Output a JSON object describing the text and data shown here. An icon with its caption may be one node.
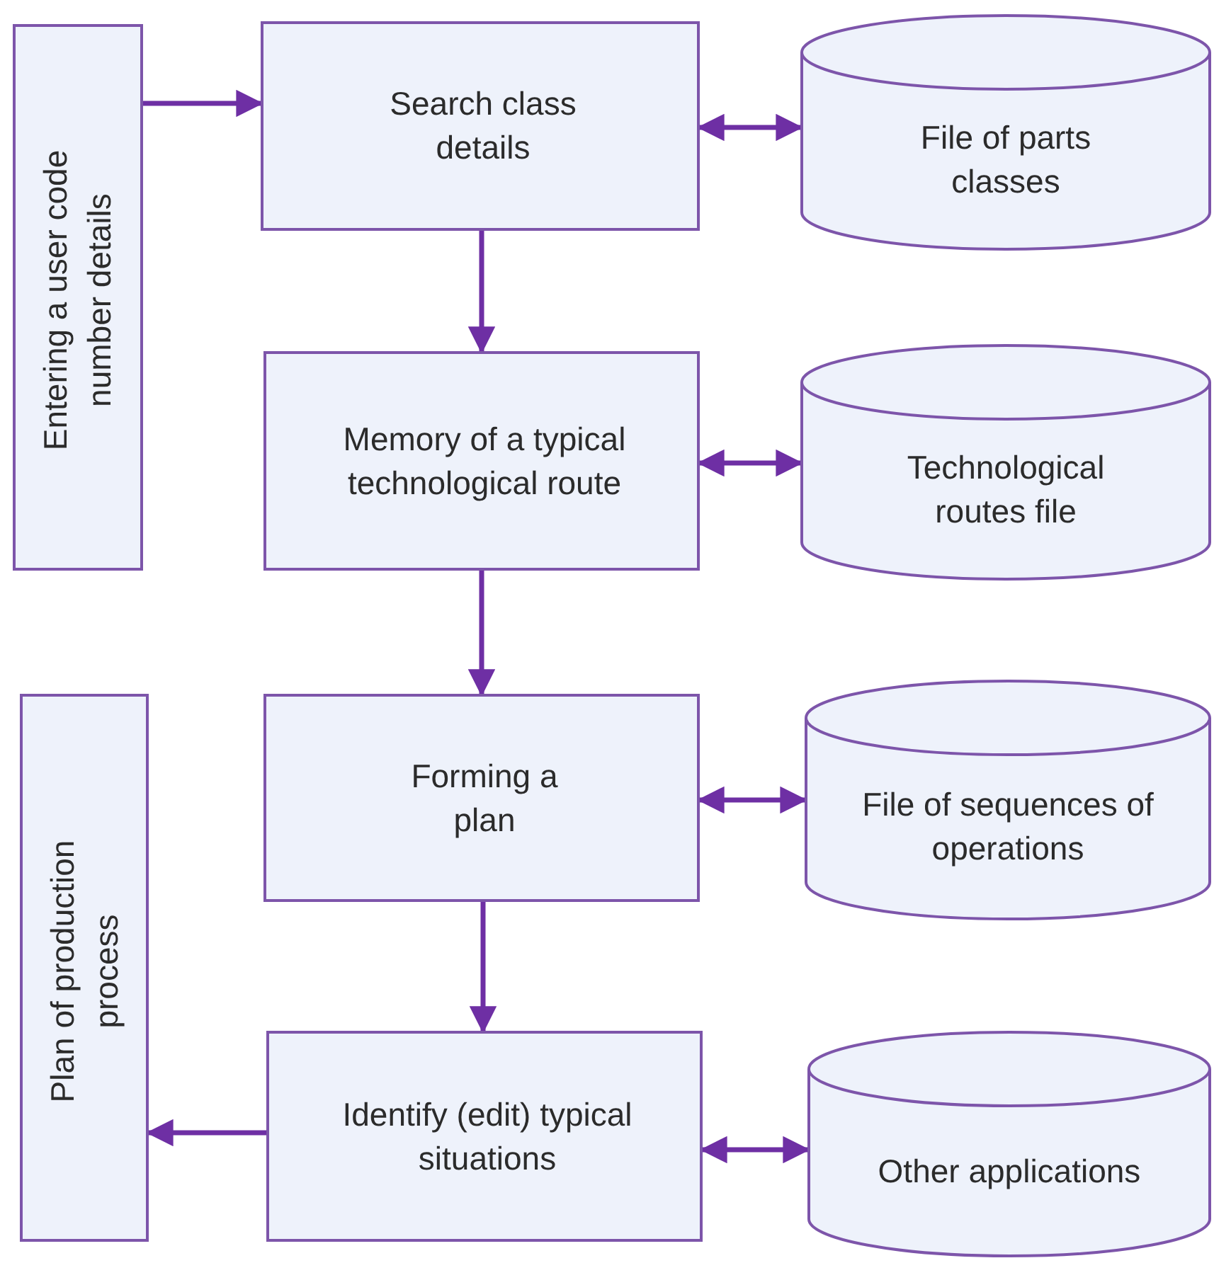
{
  "diagram": {
    "nodes": [
      {
        "text": [
          "Entering a user code number details"
        ]
      },
      {
        "text": [
          "Search class details"
        ]
      },
      {
        "text": [
          "File of parts classes"
        ]
      },
      {
        "text": [
          "Memory of a typical technological route"
        ]
      },
      {
        "text": [
          "Technological routes file"
        ]
      },
      {
        "text": [
          "Forming a plan"
        ]
      },
      {
        "text": [
          "File of sequences of operations"
        ]
      },
      {
        "text": [
          "Plan of production process"
        ]
      },
      {
        "text": [
          "Identify (edit) typical situations"
        ]
      },
      {
        "text": [
          "Other applications"
        ]
      }
    ],
    "edges": [
      {
        "from": 0,
        "to": 1,
        "arrow": "to"
      },
      {
        "from": 1,
        "to": 2,
        "arrow": "both"
      },
      {
        "from": 1,
        "to": 3,
        "arrow": "to"
      },
      {
        "from": 3,
        "to": 4,
        "arrow": "both"
      },
      {
        "from": 3,
        "to": 5,
        "arrow": "to"
      },
      {
        "from": 5,
        "to": 6,
        "arrow": "both"
      },
      {
        "from": 5,
        "to": 8,
        "arrow": "to"
      },
      {
        "from": 8,
        "to": 7,
        "arrow": "to"
      },
      {
        "from": 8,
        "to": 9,
        "arrow": "both"
      }
    ]
  }
}
